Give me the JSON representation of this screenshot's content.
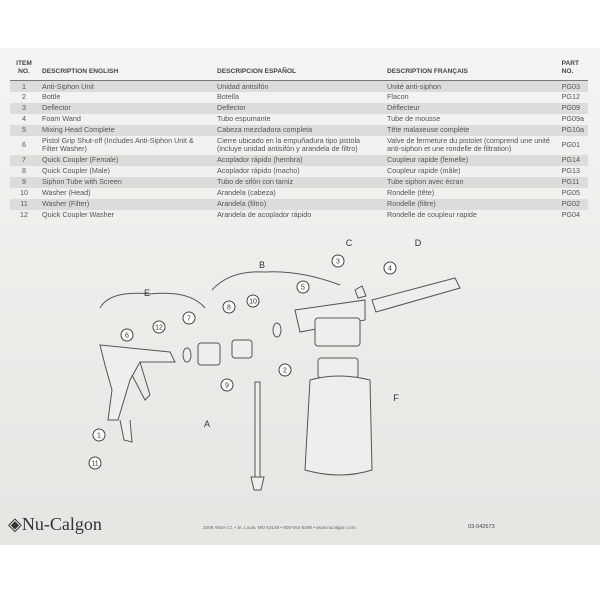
{
  "table": {
    "headers": {
      "item": "ITEM NO.",
      "english": "DESCRIPTION ENGLISH",
      "espanol": "DESCRIPCION ESPAÑOL",
      "francais": "DESCRIPTION FRANÇAIS",
      "part": "PART NO."
    },
    "rows": [
      {
        "no": "1",
        "en": "Anti-Siphon Unit",
        "es": "Unidad antisifón",
        "fr": "Unité anti-siphon",
        "part": "PG03"
      },
      {
        "no": "2",
        "en": "Bottle",
        "es": "Botella",
        "fr": "Flacon",
        "part": "PG12"
      },
      {
        "no": "3",
        "en": "Deflector",
        "es": "Deflector",
        "fr": "Déflecteur",
        "part": "PG09"
      },
      {
        "no": "4",
        "en": "Foam Wand",
        "es": "Tubo espumante",
        "fr": "Tube de mousse",
        "part": "PG09a"
      },
      {
        "no": "5",
        "en": "Mixing Head Complete",
        "es": "Cabeza mezcladora completa",
        "fr": "Tête malaxeuse complète",
        "part": "PG10a"
      },
      {
        "no": "6",
        "en": "Pistol Grip Shut-off (Includes Anti-Siphon Unit & Filter Washer)",
        "es": "Cierre ubicado en la empuñadura tipo pistola (incluye unidad antisifón y arandela de filtro)",
        "fr": "Valve de fermeture du pistolet (comprend une unité anti-siphon et une rondelle de filtration)",
        "part": "PG01"
      },
      {
        "no": "7",
        "en": "Quick Coupler (Female)",
        "es": "Acoplador rápido (hembra)",
        "fr": "Coupleur rapide (femelle)",
        "part": "PG14"
      },
      {
        "no": "8",
        "en": "Quick Coupler (Male)",
        "es": "Acoplador rápido (macho)",
        "fr": "Coupleur rapide (mâle)",
        "part": "PG13"
      },
      {
        "no": "9",
        "en": "Siphon Tube with Screen",
        "es": "Tubo de sifón con tamiz",
        "fr": "Tube siphon avec écran",
        "part": "PG11"
      },
      {
        "no": "10",
        "en": "Washer (Head)",
        "es": "Arandela (cabeza)",
        "fr": "Rondelle (tête)",
        "part": "PG05"
      },
      {
        "no": "11",
        "en": "Washer (Filter)",
        "es": "Arandela (filtro)",
        "fr": "Rondelle (filtre)",
        "part": "PG02"
      },
      {
        "no": "12",
        "en": "Quick Coupler Washer",
        "es": "Arandela de acoplador rápido",
        "fr": "Rondelle de coupleur rapide",
        "part": "PG04"
      }
    ]
  },
  "diagram": {
    "letters": {
      "a": "A",
      "b": "B",
      "c": "C",
      "d": "D",
      "e": "E",
      "f": "F"
    },
    "numbers": {
      "n1": "1",
      "n2": "2",
      "n3": "3",
      "n4": "4",
      "n5": "5",
      "n6": "6",
      "n7": "7",
      "n8": "8",
      "n9": "9",
      "n10": "10",
      "n11": "11",
      "n12": "12"
    }
  },
  "footer": {
    "logo": "Nu-Calgon",
    "address": "2008 Altom Ct. • St. Louis, MO 63146 • 800-554-5499 • www.nucalgon.com",
    "doc_number": "03-042573"
  }
}
